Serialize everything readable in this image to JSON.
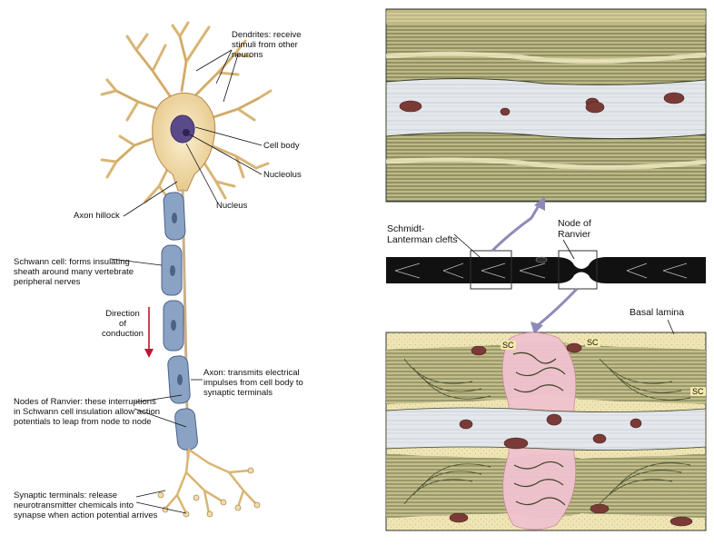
{
  "labels": {
    "dendrites": "Dendrites: receive\nstimuli from other\nneurons",
    "cell_body": "Cell body",
    "nucleolus": "Nucleolus",
    "nucleus": "Nucleus",
    "axon_hillock": "Axon hillock",
    "schwann_cell": "Schwann cell: forms insulating\nsheath around many vertebrate\nperipheral nerves",
    "direction": "Direction\nof\nconduction",
    "axon": "Axon: transmits electrical\nimpulses from cell body to\nsynaptic terminals",
    "nodes_of_ranvier": "Nodes of Ranvier: these interruptions\nin Schwann cell insulation allow action\npotentials to leap from node to node",
    "synaptic_terminals": "Synaptic terminals: release\nneurotransmitter chemicals into\nsynapse when action potential arrives",
    "schmidt_lanterman": "Schmidt-\nLanterman clefts",
    "node_of_ranvier": "Node of\nRanvier",
    "basal_lamina": "Basal lamina",
    "sc": "SC"
  },
  "colors": {
    "neuron_fill": "#f1dcae",
    "neuron_edge": "#b58a4a",
    "nucleus": "#5a4a8a",
    "myelin": "#8aa2c4",
    "arrow": "#c8102e",
    "myelin_dark": "#3f4a2a",
    "schwann_yellow": "#e8dca6",
    "axoplasm": "#e3e6ea",
    "node_pink": "#f1c3cf",
    "mito": "#7a3b36"
  }
}
